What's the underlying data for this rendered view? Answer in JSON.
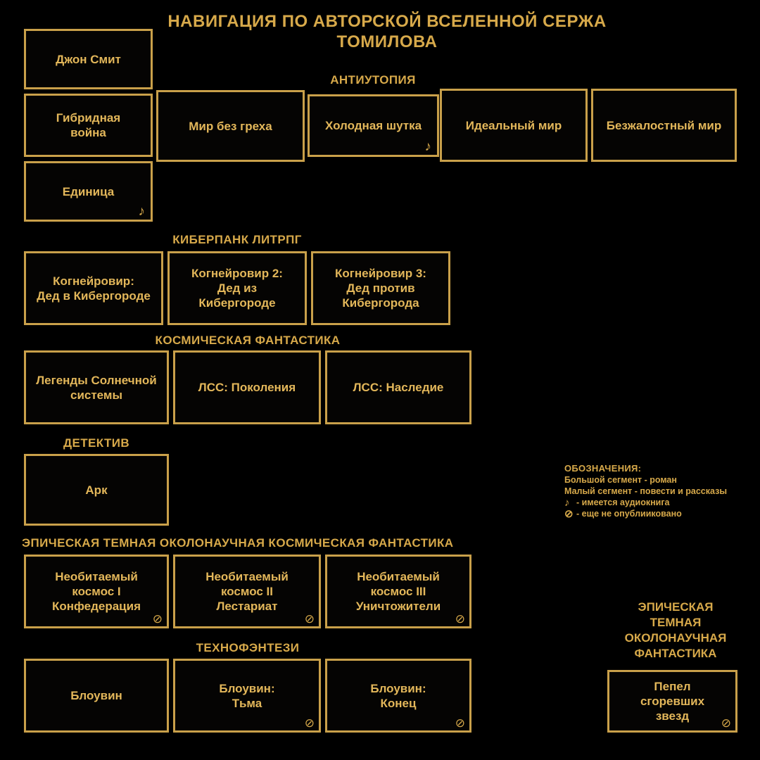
{
  "title": "НАВИГАЦИЯ ПО АВТОРСКОЙ ВСЕЛЕННОЙ\nСЕРЖА ТОМИЛОВА",
  "colors": {
    "background": "#000000",
    "border": "#C9A04A",
    "text": "#E3B75A",
    "heading": "#D7A94A"
  },
  "sections": {
    "standalone_left": {
      "label": "",
      "boxes": [
        {
          "label": "Джон Смит",
          "audiobook": false,
          "unpublished": false
        },
        {
          "label": "Гибридная\nвойна",
          "audiobook": false,
          "unpublished": false
        },
        {
          "label": "Единица",
          "audiobook": true,
          "unpublished": false
        }
      ]
    },
    "antiutopia": {
      "label": "АНТИУТОПИЯ",
      "boxes": [
        {
          "label": "Мир без греха",
          "audiobook": false,
          "unpublished": false
        },
        {
          "label": "Холодная шутка",
          "audiobook": true,
          "unpublished": false
        },
        {
          "label": "Идеальный мир",
          "audiobook": false,
          "unpublished": false
        },
        {
          "label": "Безжалостный мир",
          "audiobook": false,
          "unpublished": false
        }
      ]
    },
    "cyberpunk": {
      "label": "КИБЕРПАНК ЛИТРПГ",
      "boxes": [
        {
          "label": "Когнейровир:\nДед в Кибергороде",
          "audiobook": false,
          "unpublished": false
        },
        {
          "label": "Когнейровир 2:\nДед из\nКибергороде",
          "audiobook": false,
          "unpublished": false
        },
        {
          "label": "Когнейровир 3:\nДед против\nКибергорода",
          "audiobook": false,
          "unpublished": false
        }
      ]
    },
    "space": {
      "label": "КОСМИЧЕСКАЯ ФАНТАСТИКА",
      "boxes": [
        {
          "label": "Легенды Солнечной\nсистемы",
          "audiobook": false,
          "unpublished": false
        },
        {
          "label": "ЛСС: Поколения",
          "audiobook": false,
          "unpublished": false
        },
        {
          "label": "ЛСС: Наследие",
          "audiobook": false,
          "unpublished": false
        }
      ]
    },
    "detective": {
      "label": "ДЕТЕКТИВ",
      "boxes": [
        {
          "label": "Арк",
          "audiobook": false,
          "unpublished": false
        }
      ]
    },
    "epic_dark": {
      "label": "ЭПИЧЕСКАЯ ТЕМНАЯ ОКОЛОНАУЧНАЯ КОСМИЧЕСКАЯ ФАНТАСТИКА",
      "boxes": [
        {
          "label": "Необитаемый\nкосмос I\nКонфедерация",
          "audiobook": false,
          "unpublished": true
        },
        {
          "label": "Необитаемый\nкосмос II\nЛестариат",
          "audiobook": false,
          "unpublished": true
        },
        {
          "label": "Необитаемый\nкосмос III\nУничтожители",
          "audiobook": false,
          "unpublished": true
        }
      ]
    },
    "technofantasy": {
      "label": "ТЕХНОФЭНТЕЗИ",
      "boxes": [
        {
          "label": "Блоувин",
          "audiobook": false,
          "unpublished": false
        },
        {
          "label": "Блоувин:\nТьма",
          "audiobook": false,
          "unpublished": true
        },
        {
          "label": "Блоувин:\nКонец",
          "audiobook": false,
          "unpublished": true
        }
      ]
    },
    "epic_dark_right": {
      "label": "ЭПИЧЕСКАЯ\nТЕМНАЯ\nОКОЛОНАУЧНАЯ\nФАНТАСТИКА",
      "boxes": [
        {
          "label": "Пепел\nсгоревших\nзвезд",
          "audiobook": false,
          "unpublished": true
        }
      ]
    }
  },
  "legend": {
    "title": "ОБОЗНАЧЕНИЯ:",
    "lines": [
      {
        "glyph": "",
        "text": "Большой сегмент - роман"
      },
      {
        "glyph": "",
        "text": "Малый сегмент - повести и рассказы"
      },
      {
        "glyph": "♪",
        "text": "- имеется аудиокнига"
      },
      {
        "glyph": "⊘",
        "text": "- еще не опублииковано"
      }
    ]
  }
}
